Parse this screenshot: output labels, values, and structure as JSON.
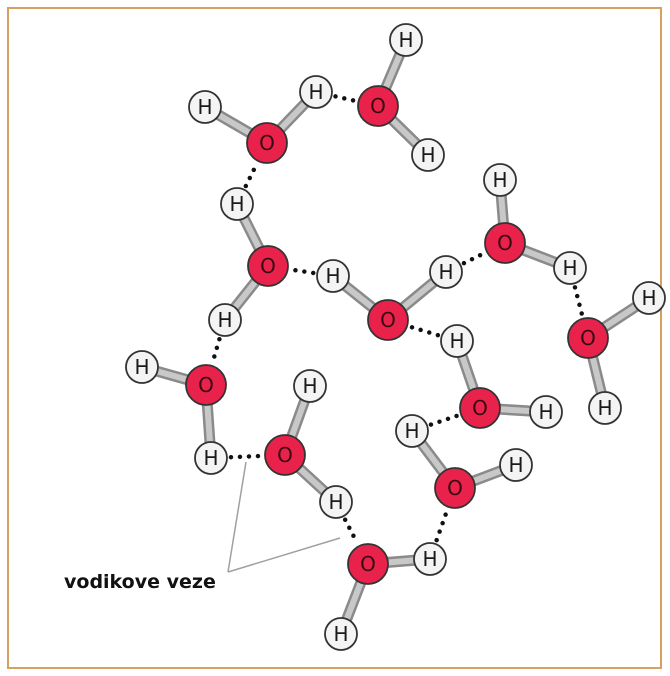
{
  "frame_color": "#d8a060",
  "oxygen_color": "#e8224a",
  "hydrogen_color": "#f4f4f4",
  "bond_color": "#c8c8c8",
  "hbond_color": "#111111",
  "leader_color": "#a0a0a0",
  "oxygen_symbol": "O",
  "hydrogen_symbol": "H",
  "caption": "vodikove veze"
}
